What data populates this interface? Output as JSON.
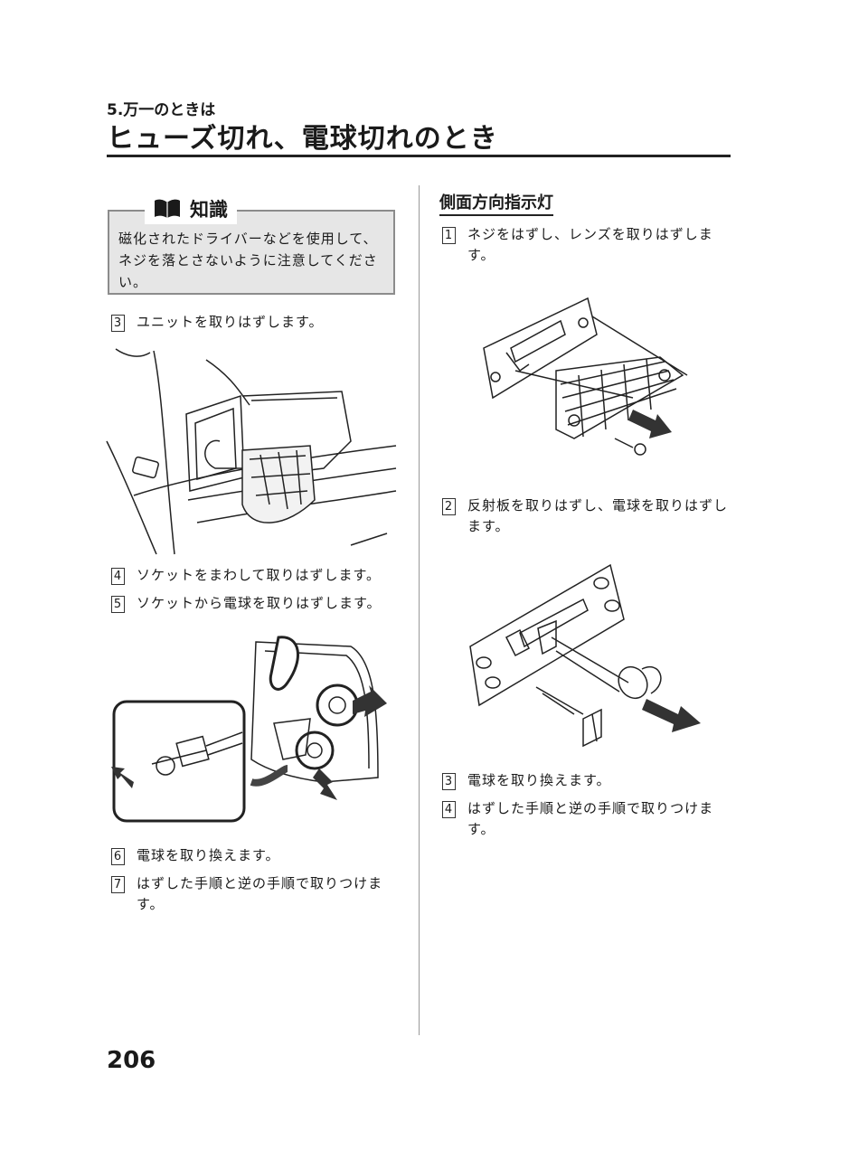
{
  "header": {
    "section_label": "5.万一のときは",
    "title": "ヒューズ切れ、電球切れのとき"
  },
  "knowledge": {
    "title": "知識",
    "text": "磁化されたドライバーなどを使用して、ネジを落とさないように注意してください。"
  },
  "left_steps": [
    {
      "num": "3",
      "text": "ユニットを取りはずします。"
    },
    {
      "num": "4",
      "text": "ソケットをまわして取りはずします。"
    },
    {
      "num": "5",
      "text": "ソケットから電球を取りはずします。"
    },
    {
      "num": "6",
      "text": "電球を取り換えます。"
    },
    {
      "num": "7",
      "text": "はずした手順と逆の手順で取りつけます。"
    }
  ],
  "right_section": {
    "heading": "側面方向指示灯",
    "steps": [
      {
        "num": "1",
        "text": "ネジをはずし、レンズを取りはずします。"
      },
      {
        "num": "2",
        "text": "反射板を取りはずし、電球を取りはずします。"
      },
      {
        "num": "3",
        "text": "電球を取り換えます。"
      },
      {
        "num": "4",
        "text": "はずした手順と逆の手順で取りつけます。"
      }
    ]
  },
  "footer": {
    "page_number": "206"
  },
  "icons": {
    "knowledge": "open-book-icon"
  },
  "colors": {
    "box_fill": "#e6e6e6",
    "box_border": "#8c8c8c",
    "arrow": "#333333"
  }
}
